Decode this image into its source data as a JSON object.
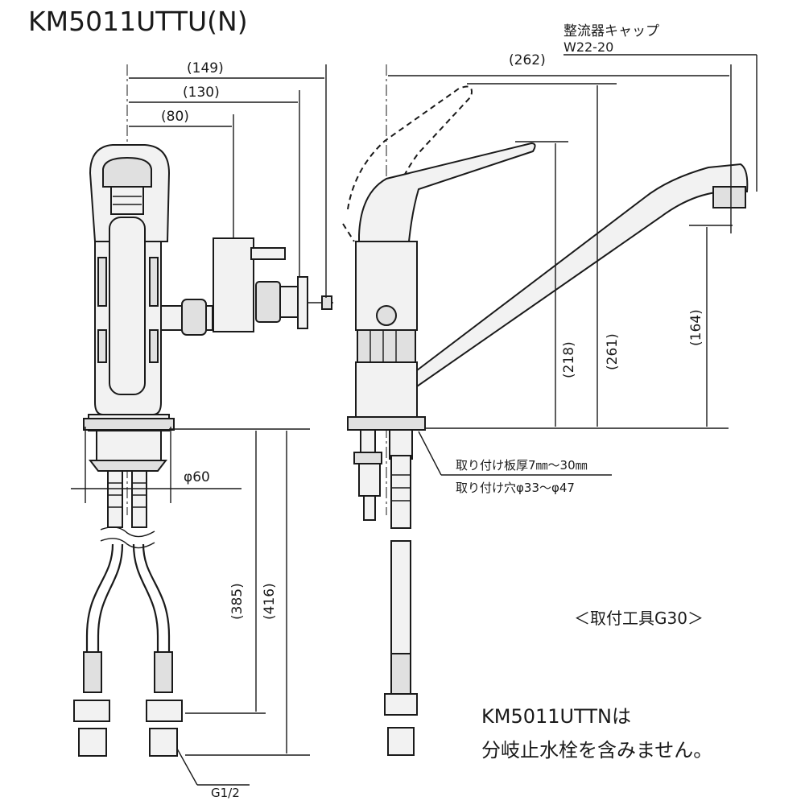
{
  "title": "KM5011UTTU(N)",
  "dimensions": {
    "d149": "(149)",
    "d130": "(130)",
    "d80": "(80)",
    "d262": "(262)",
    "d218": "(218)",
    "d261": "(261)",
    "d164": "(164)",
    "d385": "(385)",
    "d416": "(416)",
    "phi60": "φ60"
  },
  "labels": {
    "aerator_cap": "整流器キャップ",
    "aerator_code": "W22-20",
    "mount_thickness": "取り付け板厚7㎜～30㎜",
    "mount_hole": "取り付け穴φ33～φ47",
    "tool": "＜取付工具G30＞",
    "thread": "G1/2",
    "note_line1": "KM5011UTTNは",
    "note_line2": "分岐止水栓を含みません。"
  }
}
